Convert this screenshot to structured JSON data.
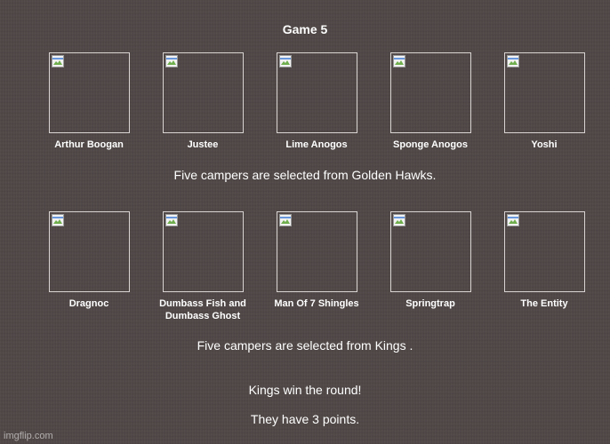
{
  "game": {
    "title": "Game 5"
  },
  "golden_hawks": {
    "campers": [
      {
        "name": "Arthur Boogan"
      },
      {
        "name": "Justee"
      },
      {
        "name": "Lime Anogos"
      },
      {
        "name": "Sponge Anogos"
      },
      {
        "name": "Yoshi"
      }
    ],
    "note": "Five campers are selected from Golden Hawks."
  },
  "kings": {
    "campers": [
      {
        "name": "Dragnoc"
      },
      {
        "name": "Dumbass Fish and Dumbass Ghost"
      },
      {
        "name": "Man Of 7 Shingles"
      },
      {
        "name": "Springtrap"
      },
      {
        "name": "The Entity"
      }
    ],
    "note": "Five campers are selected from Kings ."
  },
  "result": {
    "line1": "Kings win the round!",
    "line2": "They have 3 points."
  },
  "watermark": "imgflip.com",
  "icons": {
    "camper_image": "broken-image-icon"
  }
}
